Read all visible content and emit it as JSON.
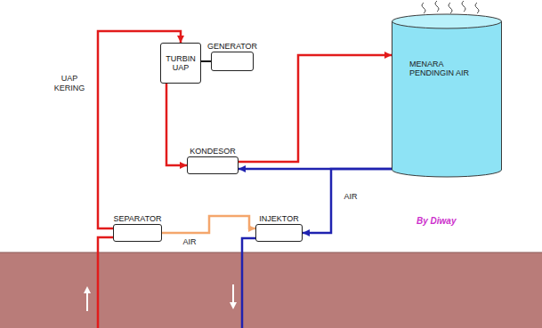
{
  "diagram": {
    "nodes": [
      {
        "text": [
          "TURBIN UAP"
        ]
      },
      {
        "text": [
          "GENERATOR"
        ]
      },
      {
        "text": [
          "MENARA PENDINGIN AIR"
        ]
      },
      {
        "text": [
          "KONDESOR"
        ]
      },
      {
        "text": [
          "SEPARATOR"
        ]
      },
      {
        "text": [
          "INJEKTOR"
        ]
      }
    ],
    "edges": [
      {
        "from": 4,
        "to": 0,
        "arrow": "to",
        "label": "UAP KERING"
      },
      {
        "from": 0,
        "to": 1,
        "arrow": "none"
      },
      {
        "from": 0,
        "to": 3,
        "arrow": "to"
      },
      {
        "from": 3,
        "to": 2,
        "arrow": "to"
      },
      {
        "from": 2,
        "to": 3,
        "arrow": "to"
      },
      {
        "from": 2,
        "to": 5,
        "arrow": "to",
        "label": "AIR"
      },
      {
        "from": 4,
        "to": 5,
        "arrow": "to",
        "label": "AIR"
      }
    ],
    "labels": [
      "By Diway"
    ]
  }
}
